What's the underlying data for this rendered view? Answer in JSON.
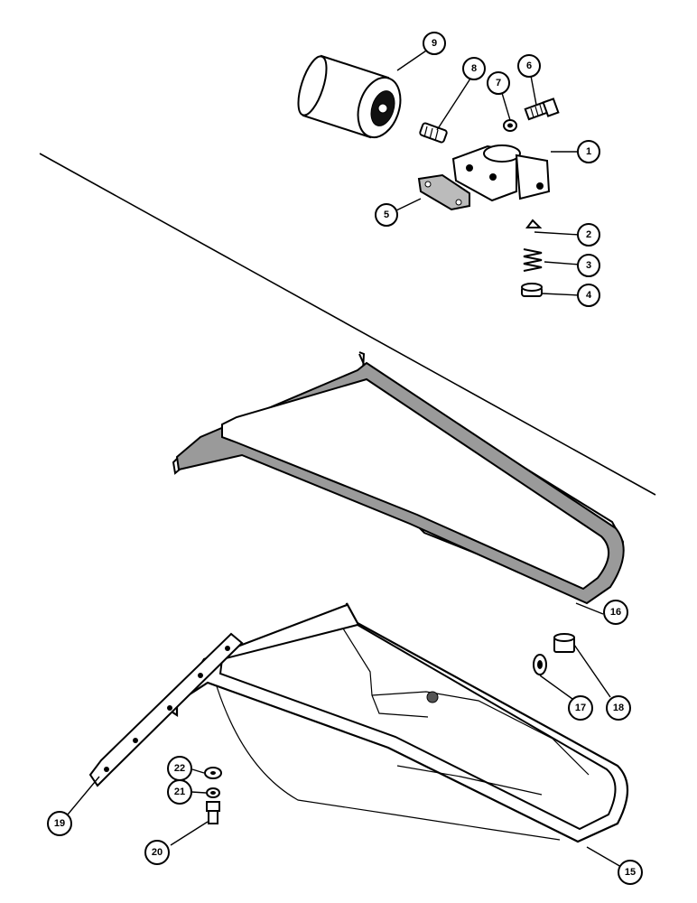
{
  "callouts": [
    {
      "id": "1",
      "label": "1"
    },
    {
      "id": "2",
      "label": "2"
    },
    {
      "id": "3",
      "label": "3"
    },
    {
      "id": "4",
      "label": "4"
    },
    {
      "id": "5",
      "label": "5"
    },
    {
      "id": "6",
      "label": "6"
    },
    {
      "id": "7",
      "label": "7"
    },
    {
      "id": "8",
      "label": "8"
    },
    {
      "id": "9",
      "label": "9"
    },
    {
      "id": "15",
      "label": "15"
    },
    {
      "id": "16",
      "label": "16"
    },
    {
      "id": "17",
      "label": "17"
    },
    {
      "id": "18",
      "label": "18"
    },
    {
      "id": "19",
      "label": "19"
    },
    {
      "id": "20",
      "label": "20"
    },
    {
      "id": "21",
      "label": "21"
    },
    {
      "id": "22",
      "label": "22"
    }
  ]
}
